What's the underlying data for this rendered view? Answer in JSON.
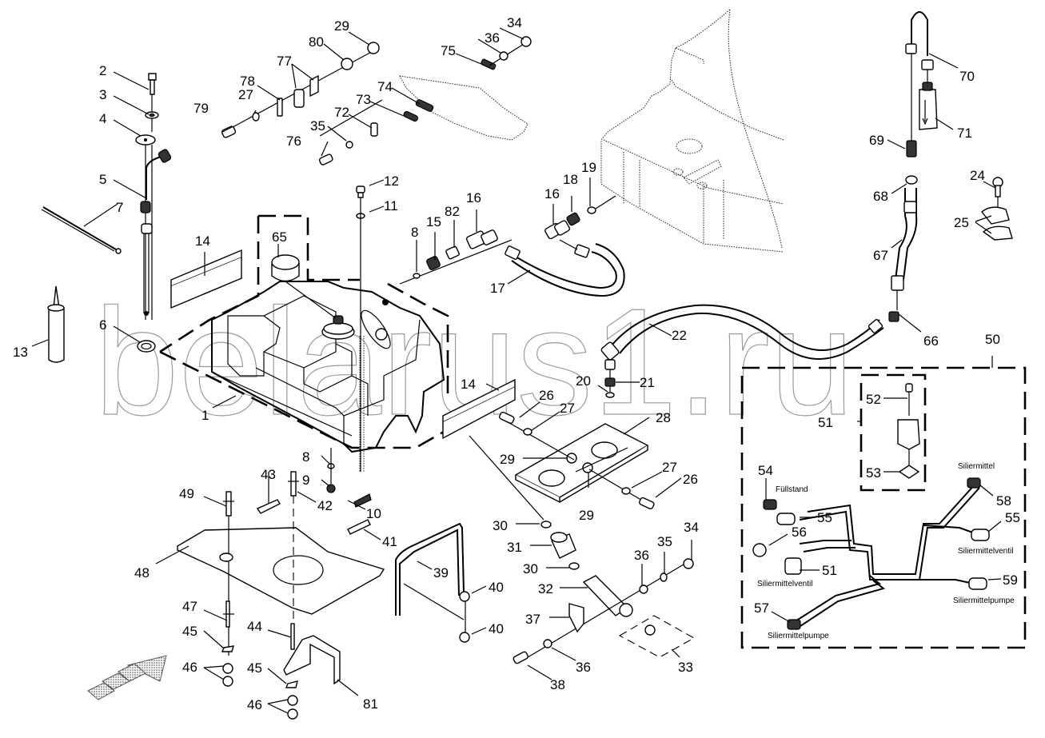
{
  "diagram": {
    "title": "Silage additive tank and dosing system — exploded parts view",
    "watermark": "belarus1.ru",
    "callouts": [
      {
        "id": "c1",
        "label": "1"
      },
      {
        "id": "c2",
        "label": "2"
      },
      {
        "id": "c3",
        "label": "3"
      },
      {
        "id": "c4",
        "label": "4"
      },
      {
        "id": "c5",
        "label": "5"
      },
      {
        "id": "c6",
        "label": "6"
      },
      {
        "id": "c7",
        "label": "7"
      },
      {
        "id": "c8a",
        "label": "8"
      },
      {
        "id": "c8b",
        "label": "8"
      },
      {
        "id": "c9",
        "label": "9"
      },
      {
        "id": "c10",
        "label": "10"
      },
      {
        "id": "c11",
        "label": "11"
      },
      {
        "id": "c12",
        "label": "12"
      },
      {
        "id": "c13",
        "label": "13"
      },
      {
        "id": "c14a",
        "label": "14"
      },
      {
        "id": "c14b",
        "label": "14"
      },
      {
        "id": "c15",
        "label": "15"
      },
      {
        "id": "c16a",
        "label": "16"
      },
      {
        "id": "c16b",
        "label": "16"
      },
      {
        "id": "c17",
        "label": "17"
      },
      {
        "id": "c18",
        "label": "18"
      },
      {
        "id": "c19",
        "label": "19"
      },
      {
        "id": "c20",
        "label": "20"
      },
      {
        "id": "c21",
        "label": "21"
      },
      {
        "id": "c22",
        "label": "22"
      },
      {
        "id": "c24",
        "label": "24"
      },
      {
        "id": "c25",
        "label": "25"
      },
      {
        "id": "c26a",
        "label": "26"
      },
      {
        "id": "c26b",
        "label": "26"
      },
      {
        "id": "c27a",
        "label": "27"
      },
      {
        "id": "c27b",
        "label": "27"
      },
      {
        "id": "c27c",
        "label": "27"
      },
      {
        "id": "c28",
        "label": "28"
      },
      {
        "id": "c29a",
        "label": "29"
      },
      {
        "id": "c29b",
        "label": "29"
      },
      {
        "id": "c29c",
        "label": "29"
      },
      {
        "id": "c30a",
        "label": "30"
      },
      {
        "id": "c30b",
        "label": "30"
      },
      {
        "id": "c31",
        "label": "31"
      },
      {
        "id": "c32",
        "label": "32"
      },
      {
        "id": "c33",
        "label": "33"
      },
      {
        "id": "c34a",
        "label": "34"
      },
      {
        "id": "c34b",
        "label": "34"
      },
      {
        "id": "c35a",
        "label": "35"
      },
      {
        "id": "c35b",
        "label": "35"
      },
      {
        "id": "c36a",
        "label": "36"
      },
      {
        "id": "c36b",
        "label": "36"
      },
      {
        "id": "c36c",
        "label": "36"
      },
      {
        "id": "c37",
        "label": "37"
      },
      {
        "id": "c38",
        "label": "38"
      },
      {
        "id": "c39",
        "label": "39"
      },
      {
        "id": "c40a",
        "label": "40"
      },
      {
        "id": "c40b",
        "label": "40"
      },
      {
        "id": "c41",
        "label": "41"
      },
      {
        "id": "c42",
        "label": "42"
      },
      {
        "id": "c43",
        "label": "43"
      },
      {
        "id": "c44",
        "label": "44"
      },
      {
        "id": "c45a",
        "label": "45"
      },
      {
        "id": "c45b",
        "label": "45"
      },
      {
        "id": "c46a",
        "label": "46"
      },
      {
        "id": "c46b",
        "label": "46"
      },
      {
        "id": "c47",
        "label": "47"
      },
      {
        "id": "c48",
        "label": "48"
      },
      {
        "id": "c49",
        "label": "49"
      },
      {
        "id": "c50",
        "label": "50"
      },
      {
        "id": "c51a",
        "label": "51"
      },
      {
        "id": "c51b",
        "label": "51"
      },
      {
        "id": "c52",
        "label": "52"
      },
      {
        "id": "c53",
        "label": "53"
      },
      {
        "id": "c54",
        "label": "54"
      },
      {
        "id": "c55a",
        "label": "55"
      },
      {
        "id": "c55b",
        "label": "55"
      },
      {
        "id": "c56",
        "label": "56"
      },
      {
        "id": "c57",
        "label": "57"
      },
      {
        "id": "c58",
        "label": "58"
      },
      {
        "id": "c59",
        "label": "59"
      },
      {
        "id": "c65",
        "label": "65"
      },
      {
        "id": "c66",
        "label": "66"
      },
      {
        "id": "c67",
        "label": "67"
      },
      {
        "id": "c68",
        "label": "68"
      },
      {
        "id": "c69",
        "label": "69"
      },
      {
        "id": "c70",
        "label": "70"
      },
      {
        "id": "c71",
        "label": "71"
      },
      {
        "id": "c72",
        "label": "72"
      },
      {
        "id": "c73",
        "label": "73"
      },
      {
        "id": "c74",
        "label": "74"
      },
      {
        "id": "c75",
        "label": "75"
      },
      {
        "id": "c76",
        "label": "76"
      },
      {
        "id": "c77",
        "label": "77"
      },
      {
        "id": "c78",
        "label": "78"
      },
      {
        "id": "c79",
        "label": "79"
      },
      {
        "id": "c80",
        "label": "80"
      },
      {
        "id": "c81",
        "label": "81"
      },
      {
        "id": "c82",
        "label": "82"
      }
    ],
    "harness_labels": {
      "fuellstand": "Füllstand",
      "siliermittel": "Siliermittel",
      "siliermittelventil_right": "Siliermittelventil",
      "siliermittelventil_left": "Siliermittelventil",
      "siliermittelpumpe_right": "Siliermittelpumpe",
      "siliermittelpumpe_left": "Siliermittelpumpe"
    }
  }
}
